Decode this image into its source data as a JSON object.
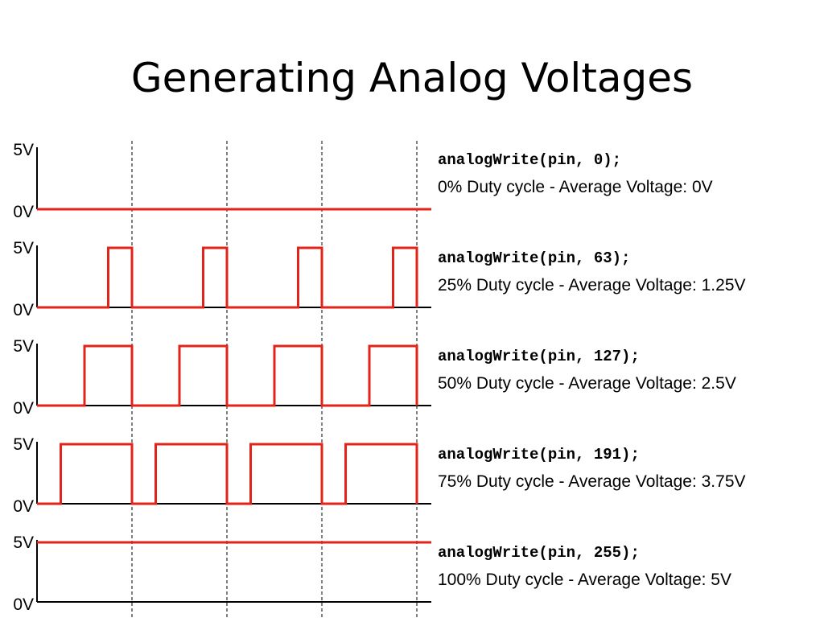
{
  "title": "Generating Analog Voltages",
  "axis_labels": {
    "high": "5V",
    "low": "0V"
  },
  "colors": {
    "signal": "#e2231a",
    "axis": "#000000",
    "period_marker": "#000000"
  },
  "rows": [
    {
      "code": "analogWrite(pin, 0);",
      "description": "0% Duty cycle - Average Voltage: 0V",
      "duty_cycle": 0
    },
    {
      "code": "analogWrite(pin, 63);",
      "description": "25% Duty cycle - Average Voltage: 1.25V",
      "duty_cycle": 0.25
    },
    {
      "code": "analogWrite(pin, 127);",
      "description": "50% Duty cycle - Average Voltage: 2.5V",
      "duty_cycle": 0.5
    },
    {
      "code": "analogWrite(pin, 191);",
      "description": "75% Duty cycle - Average Voltage: 3.75V",
      "duty_cycle": 0.75
    },
    {
      "code": "analogWrite(pin, 255);",
      "description": "100% Duty cycle - Average Voltage: 5V",
      "duty_cycle": 1
    }
  ],
  "periods_shown": 4
}
